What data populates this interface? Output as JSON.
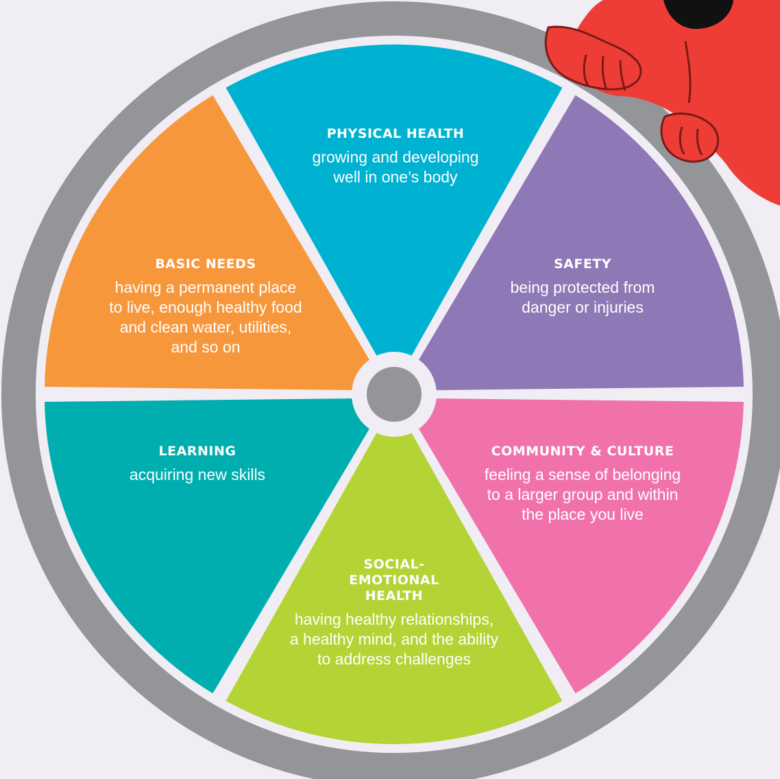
{
  "wheel": {
    "segments": [
      {
        "id": "physical-health",
        "title": "PHYSICAL HEALTH",
        "description": "growing and developing\nwell in one’s body",
        "color": "#00b2d2"
      },
      {
        "id": "safety",
        "title": "SAFETY",
        "description": "being protected from\ndanger or injuries",
        "color": "#8e78b5"
      },
      {
        "id": "community-culture",
        "title": "COMMUNITY & CULTURE",
        "description": "feeling a sense of belonging\nto a larger group and within\nthe place you live",
        "color": "#f172ab"
      },
      {
        "id": "social-emotional-health",
        "title": "SOCIAL-\nEMOTIONAL\nHEALTH",
        "description": "having healthy relationships,\na healthy mind, and the ability\nto address challenges",
        "color": "#b4d334"
      },
      {
        "id": "learning",
        "title": "LEARNING",
        "description": "acquiring new skills",
        "color": "#00aeb0"
      },
      {
        "id": "basic-needs",
        "title": "BASIC NEEDS",
        "description": "having a permanent place\nto live, enough healthy food\nand clean water, utilities,\nand so on",
        "color": "#f7973c"
      }
    ],
    "rim_color": "#949598",
    "hub_color": "#949598",
    "gap_color": "#f1edf5",
    "character_color": "#ee3d36"
  }
}
